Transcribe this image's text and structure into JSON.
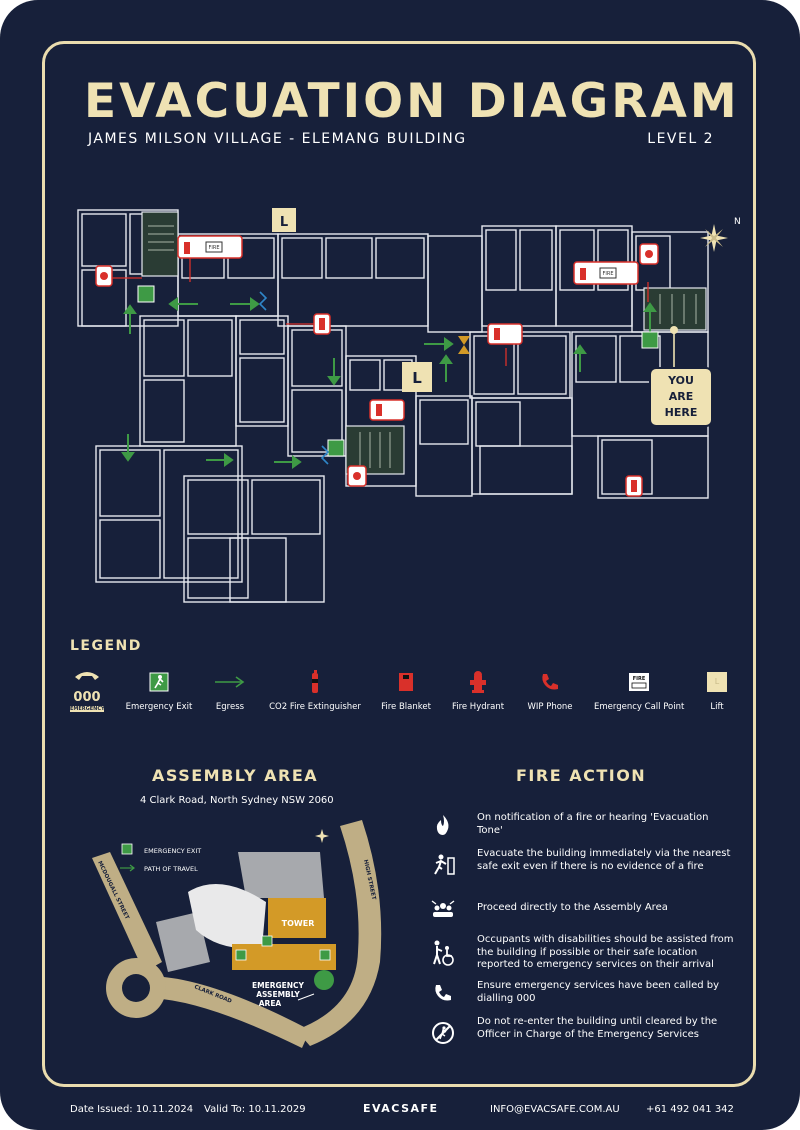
{
  "header": {
    "title": "EVACUATION DIAGRAM",
    "subtitle": "JAMES MILSON VILLAGE - ELEMANG BUILDING",
    "level": "LEVEL 2"
  },
  "plan": {
    "you_are_here": [
      "YOU",
      "ARE",
      "HERE"
    ],
    "lift_label": "L",
    "north_label": "N",
    "fire_label": "FIRE"
  },
  "legend": {
    "title": "LEGEND",
    "emergency_number": "000",
    "emergency_caption": "EMERGENCY",
    "items": [
      {
        "label": "Emergency Exit",
        "icon": "emergency-exit-icon"
      },
      {
        "label": "Egress",
        "icon": "egress-arrow-icon"
      },
      {
        "label": "CO2 Fire Extinguisher",
        "icon": "co2-extinguisher-icon"
      },
      {
        "label": "Fire Blanket",
        "icon": "fire-blanket-icon"
      },
      {
        "label": "Fire Hydrant",
        "icon": "fire-hydrant-icon"
      },
      {
        "label": "WIP Phone",
        "icon": "phone-icon"
      },
      {
        "label": "Emergency Call Point",
        "icon": "call-point-icon"
      },
      {
        "label": "Lift",
        "icon": "lift-icon"
      }
    ],
    "lift_glyph": "L"
  },
  "assembly": {
    "title": "ASSEMBLY AREA",
    "address": "4 Clark Road, North Sydney NSW 2060",
    "map_legend": {
      "exit": "EMERGENCY EXIT",
      "path": "PATH OF TRAVEL"
    },
    "tower": "TOWER",
    "area_label": [
      "EMERGENCY",
      "ASSEMBLY",
      "AREA"
    ],
    "streets": {
      "west": "MCDOUGALL STREET",
      "east": "HIGH STREET",
      "south": "CLARK ROAD"
    }
  },
  "fire_action": {
    "title": "FIRE ACTION",
    "steps": [
      {
        "icon": "flame-icon",
        "text": "On notification of a fire or hearing 'Evacuation Tone'"
      },
      {
        "icon": "running-exit-icon",
        "text": "Evacuate the building immediately via the nearest safe exit even if there is no evidence of a fire"
      },
      {
        "icon": "assembly-group-icon",
        "text": "Proceed directly to the Assembly Area"
      },
      {
        "icon": "assisted-person-icon",
        "text": "Occupants with disabilities should be assisted from the building if possible or their safe location reported to emergency services on their arrival"
      },
      {
        "icon": "phone-icon",
        "text": "Ensure emergency services have been called by dialling 000"
      },
      {
        "icon": "no-reentry-icon",
        "text": "Do not re-enter the building until cleared by the Officer in Charge of the Emergency Services"
      }
    ]
  },
  "footer": {
    "issued": "Date Issued: 10.11.2024",
    "valid": "Valid To: 10.11.2029",
    "brand": "EVACSAFE",
    "email": "INFO@EVACSAFE.COM.AU",
    "phone": "+61 492 041 342"
  },
  "colors": {
    "background": "#17203a",
    "accent_cream": "#efe2b3",
    "egress_green": "#3e9a45",
    "alert_red": "#d9302a",
    "assembly_gold": "#d39a27"
  }
}
